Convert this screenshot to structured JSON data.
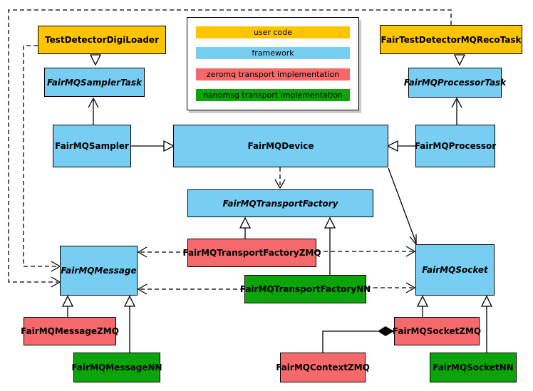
{
  "palette": {
    "user_code": "#FDC500",
    "framework": "#77CDF2",
    "zeromq": "#F5696B",
    "nanomsg": "#0BA50B",
    "border": "#000000",
    "background": "#FFFFFF"
  },
  "legend": {
    "items": [
      {
        "label": "user code",
        "category": "user_code"
      },
      {
        "label": "framework",
        "category": "framework"
      },
      {
        "label": "zeromq transport implementation",
        "category": "zeromq"
      },
      {
        "label": "nanomsg transport implementation",
        "category": "nanomsg"
      }
    ]
  },
  "nodes": {
    "test_detector_digi_loader": {
      "label": "TestDetectorDigiLoader",
      "category": "user_code",
      "abstract": false
    },
    "fair_test_detector_mq_reco_task": {
      "label": "FairTestDetectorMQRecoTask",
      "category": "user_code",
      "abstract": false
    },
    "fairmq_sampler_task": {
      "label": "FairMQSamplerTask",
      "category": "framework",
      "abstract": true
    },
    "fairmq_processor_task": {
      "label": "FairMQProcessorTask",
      "category": "framework",
      "abstract": true
    },
    "fairmq_sampler": {
      "label": "FairMQSampler",
      "category": "framework",
      "abstract": false
    },
    "fairmq_device": {
      "label": "FairMQDevice",
      "category": "framework",
      "abstract": false
    },
    "fairmq_processor": {
      "label": "FairMQProcessor",
      "category": "framework",
      "abstract": false
    },
    "fairmq_transport_factory": {
      "label": "FairMQTransportFactory",
      "category": "framework",
      "abstract": true
    },
    "fairmq_transport_factory_zmq": {
      "label": "FairMQTransportFactoryZMQ",
      "category": "zeromq",
      "abstract": false
    },
    "fairmq_transport_factory_nn": {
      "label": "FairMQTransportFactoryNN",
      "category": "nanomsg",
      "abstract": false
    },
    "fairmq_message": {
      "label": "FairMQMessage",
      "category": "framework",
      "abstract": true
    },
    "fairmq_socket": {
      "label": "FairMQSocket",
      "category": "framework",
      "abstract": true
    },
    "fairmq_message_zmq": {
      "label": "FairMQMessageZMQ",
      "category": "zeromq",
      "abstract": false
    },
    "fairmq_message_nn": {
      "label": "FairMQMessageNN",
      "category": "nanomsg",
      "abstract": false
    },
    "fairmq_context_zmq": {
      "label": "FairMQContextZMQ",
      "category": "zeromq",
      "abstract": false
    },
    "fairmq_socket_zmq": {
      "label": "FairMQSocketZMQ",
      "category": "zeromq",
      "abstract": false
    },
    "fairmq_socket_nn": {
      "label": "FairMQSocketNN",
      "category": "nanomsg",
      "abstract": false
    }
  },
  "edges": [
    {
      "from": "TestDetectorDigiLoader",
      "to": "FairMQSamplerTask",
      "style": "hollow-triangle"
    },
    {
      "from": "FairTestDetectorMQRecoTask",
      "to": "FairMQProcessorTask",
      "style": "hollow-triangle"
    },
    {
      "from": "FairMQSampler",
      "to": "FairMQSamplerTask",
      "style": "open-arrow"
    },
    {
      "from": "FairMQProcessor",
      "to": "FairMQProcessorTask",
      "style": "open-arrow"
    },
    {
      "from": "FairMQSampler",
      "to": "FairMQDevice",
      "style": "hollow-triangle"
    },
    {
      "from": "FairMQProcessor",
      "to": "FairMQDevice",
      "style": "hollow-triangle"
    },
    {
      "from": "FairMQDevice",
      "to": "FairMQTransportFactory",
      "style": "dashed-open-arrow"
    },
    {
      "from": "FairMQDevice",
      "to": "FairMQSocket",
      "style": "open-arrow"
    },
    {
      "from": "FairMQTransportFactoryZMQ",
      "to": "FairMQTransportFactory",
      "style": "hollow-triangle"
    },
    {
      "from": "FairMQTransportFactoryNN",
      "to": "FairMQTransportFactory",
      "style": "hollow-triangle"
    },
    {
      "from": "FairMQTransportFactoryZMQ",
      "to": "FairMQMessage",
      "style": "dashed-open-arrow"
    },
    {
      "from": "FairMQTransportFactoryZMQ",
      "to": "FairMQSocket",
      "style": "dashed-open-arrow"
    },
    {
      "from": "FairMQTransportFactoryNN",
      "to": "FairMQMessage",
      "style": "dashed-open-arrow"
    },
    {
      "from": "FairMQTransportFactoryNN",
      "to": "FairMQSocket",
      "style": "dashed-open-arrow"
    },
    {
      "from": "TestDetectorDigiLoader",
      "to": "FairMQMessage",
      "style": "dashed-open-arrow"
    },
    {
      "from": "FairTestDetectorMQRecoTask",
      "to": "FairMQMessage",
      "style": "dashed-open-arrow"
    },
    {
      "from": "FairMQMessageZMQ",
      "to": "FairMQMessage",
      "style": "hollow-triangle"
    },
    {
      "from": "FairMQMessageNN",
      "to": "FairMQMessage",
      "style": "hollow-triangle"
    },
    {
      "from": "FairMQSocketZMQ",
      "to": "FairMQSocket",
      "style": "hollow-triangle"
    },
    {
      "from": "FairMQSocketNN",
      "to": "FairMQSocket",
      "style": "hollow-triangle"
    },
    {
      "from": "FairMQContextZMQ",
      "to": "FairMQSocketZMQ",
      "style": "filled-diamond-composition"
    }
  ]
}
